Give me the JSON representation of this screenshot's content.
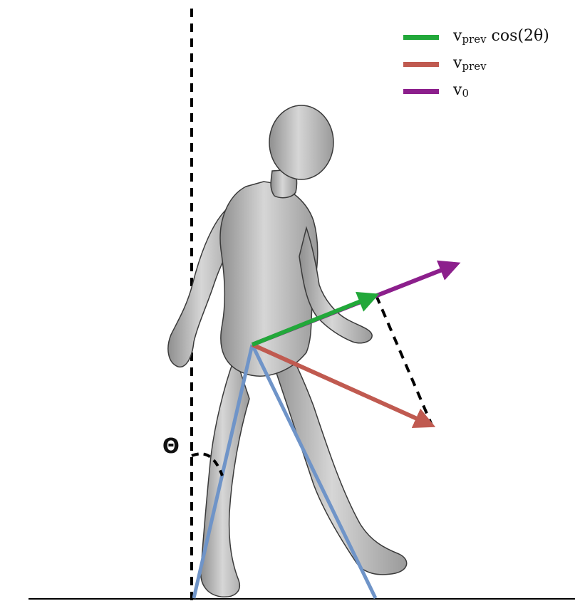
{
  "legend": [
    {
      "label_main": "v",
      "label_sub": "prev",
      "label_suffix": " cos(2θ)",
      "color": "#22a83a"
    },
    {
      "label_main": "v",
      "label_sub": "prev",
      "label_suffix": "",
      "color": "#c05a50"
    },
    {
      "label_main": "v",
      "label_sub": "0",
      "label_suffix": "",
      "color": "#8c1f8c"
    }
  ],
  "angle_label": "Θ",
  "colors": {
    "leg_line": "#6f94c8",
    "body_fill": "#bdbdbd",
    "body_shadow": "#8a8a8a",
    "dashes": "#000000",
    "ground": "#000000"
  }
}
